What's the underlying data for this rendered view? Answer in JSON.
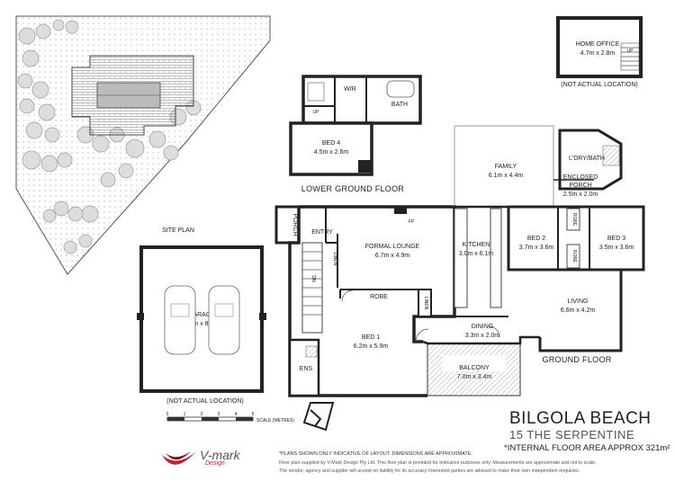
{
  "title": "BILGOLA BEACH",
  "address": "15 THE SERPENTINE",
  "area_note": "*INTERNAL FLOOR AREA APPROX 321m²",
  "disclaimer_1": "*PLANS SHOWN ONLY INDICATIVE OF LAYOUT. DIMENSIONS ARE APPROXIMATE.",
  "disclaimer_2": "Floor plan supplied by V-Mark Design Pty Ltd. This floor plan is provided for indicative purposes only. Measurements are approximate and not to scale.",
  "disclaimer_3": "The vendor, agency and supplier will accept no liability for its accuracy Interested parties are advised to make their own independent enquiries.",
  "brand": {
    "name": "V-mark",
    "sub": "Design",
    "accent": "#c0203a"
  },
  "sections": {
    "site_plan": "SITE PLAN",
    "lower_ground": "LOWER GROUND FLOOR",
    "ground": "GROUND FLOOR",
    "not_actual_1": "(NOT ACTUAL LOCATION)",
    "not_actual_2": "(NOT ACTUAL LOCATION)"
  },
  "scale": {
    "ticks": [
      "0",
      "1",
      "2",
      "3",
      "4",
      "5"
    ],
    "label": "SCALE (METRES)"
  },
  "rooms": {
    "home_office": {
      "name": "HOME OFFICE",
      "dim": "4.7m x 2.8m"
    },
    "wir": {
      "name": "W/R"
    },
    "bath": {
      "name": "BATH"
    },
    "bed4": {
      "name": "BED 4",
      "dim": "4.5m x 2.6m"
    },
    "family": {
      "name": "FAMILY",
      "dim": "6.1m x 4.4m"
    },
    "ldry_bath": {
      "name": "L'DRY/BATH"
    },
    "enclosed_porch": {
      "name": "ENCLOSED",
      "name2": "PORCH",
      "dim": "2.5m x 2.0m"
    },
    "porch": {
      "name": "PORCH"
    },
    "entry": {
      "name": "ENTRY"
    },
    "fp": {
      "name": "FP"
    },
    "formal_lounge": {
      "name": "FORMAL LOUNGE",
      "dim": "6.7m x 4.9m"
    },
    "linen1": {
      "name": "LINEN"
    },
    "linen2": {
      "name": "LINEN"
    },
    "kitchen": {
      "name": "KITCHEN",
      "dim": "3.0m x 6.1m"
    },
    "bed2": {
      "name": "BED 2",
      "dim": "3.7m x 3.6m"
    },
    "robe_a": {
      "name": "ROBE"
    },
    "robe_b": {
      "name": "ROBE"
    },
    "bed3": {
      "name": "BED 3",
      "dim": "3.5m x 3.6m"
    },
    "robe_c": {
      "name": "ROBE"
    },
    "garage": {
      "name": "GARAGE",
      "dim": "7.1m x 8.4m"
    },
    "living": {
      "name": "LIVING",
      "dim": "6.6m x 4.2m"
    },
    "dining": {
      "name": "DINING",
      "dim": "3.3m x 2.0m"
    },
    "bed1": {
      "name": "BED 1",
      "dim": "6.2m x 5.9m"
    },
    "ens": {
      "name": "ENS"
    },
    "balcony": {
      "name": "BALCONY",
      "dim": "7.0m x 3.4m"
    },
    "up1": {
      "name": "UP"
    },
    "up2": {
      "name": "UP"
    },
    "dn": {
      "name": "DN"
    }
  }
}
